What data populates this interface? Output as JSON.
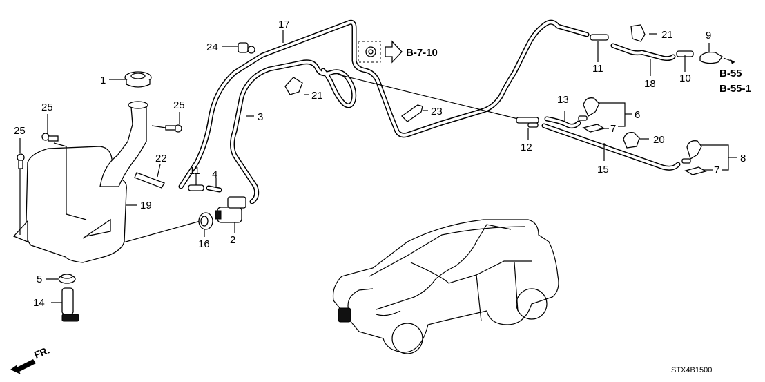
{
  "diagram": {
    "callouts": {
      "c1": "1",
      "c2": "2",
      "c3": "3",
      "c4": "4",
      "c5": "5",
      "c6": "6",
      "c7a": "7",
      "c7b": "7",
      "c8": "8",
      "c9": "9",
      "c10": "10",
      "c11a": "11",
      "c11b": "11",
      "c12": "12",
      "c13": "13",
      "c14": "14",
      "c15": "15",
      "c16": "16",
      "c17": "17",
      "c18": "18",
      "c19": "19",
      "c20": "20",
      "c21a": "21",
      "c21b": "21",
      "c22": "22",
      "c23": "23",
      "c24": "24",
      "c25a": "25",
      "c25b": "25",
      "c25c": "25"
    },
    "references": {
      "b7_10": "B-7-10",
      "b55": "B-55",
      "b55_1": "B-55-1"
    },
    "front_indicator": "FR.",
    "diagram_code": "STX4B1500"
  }
}
